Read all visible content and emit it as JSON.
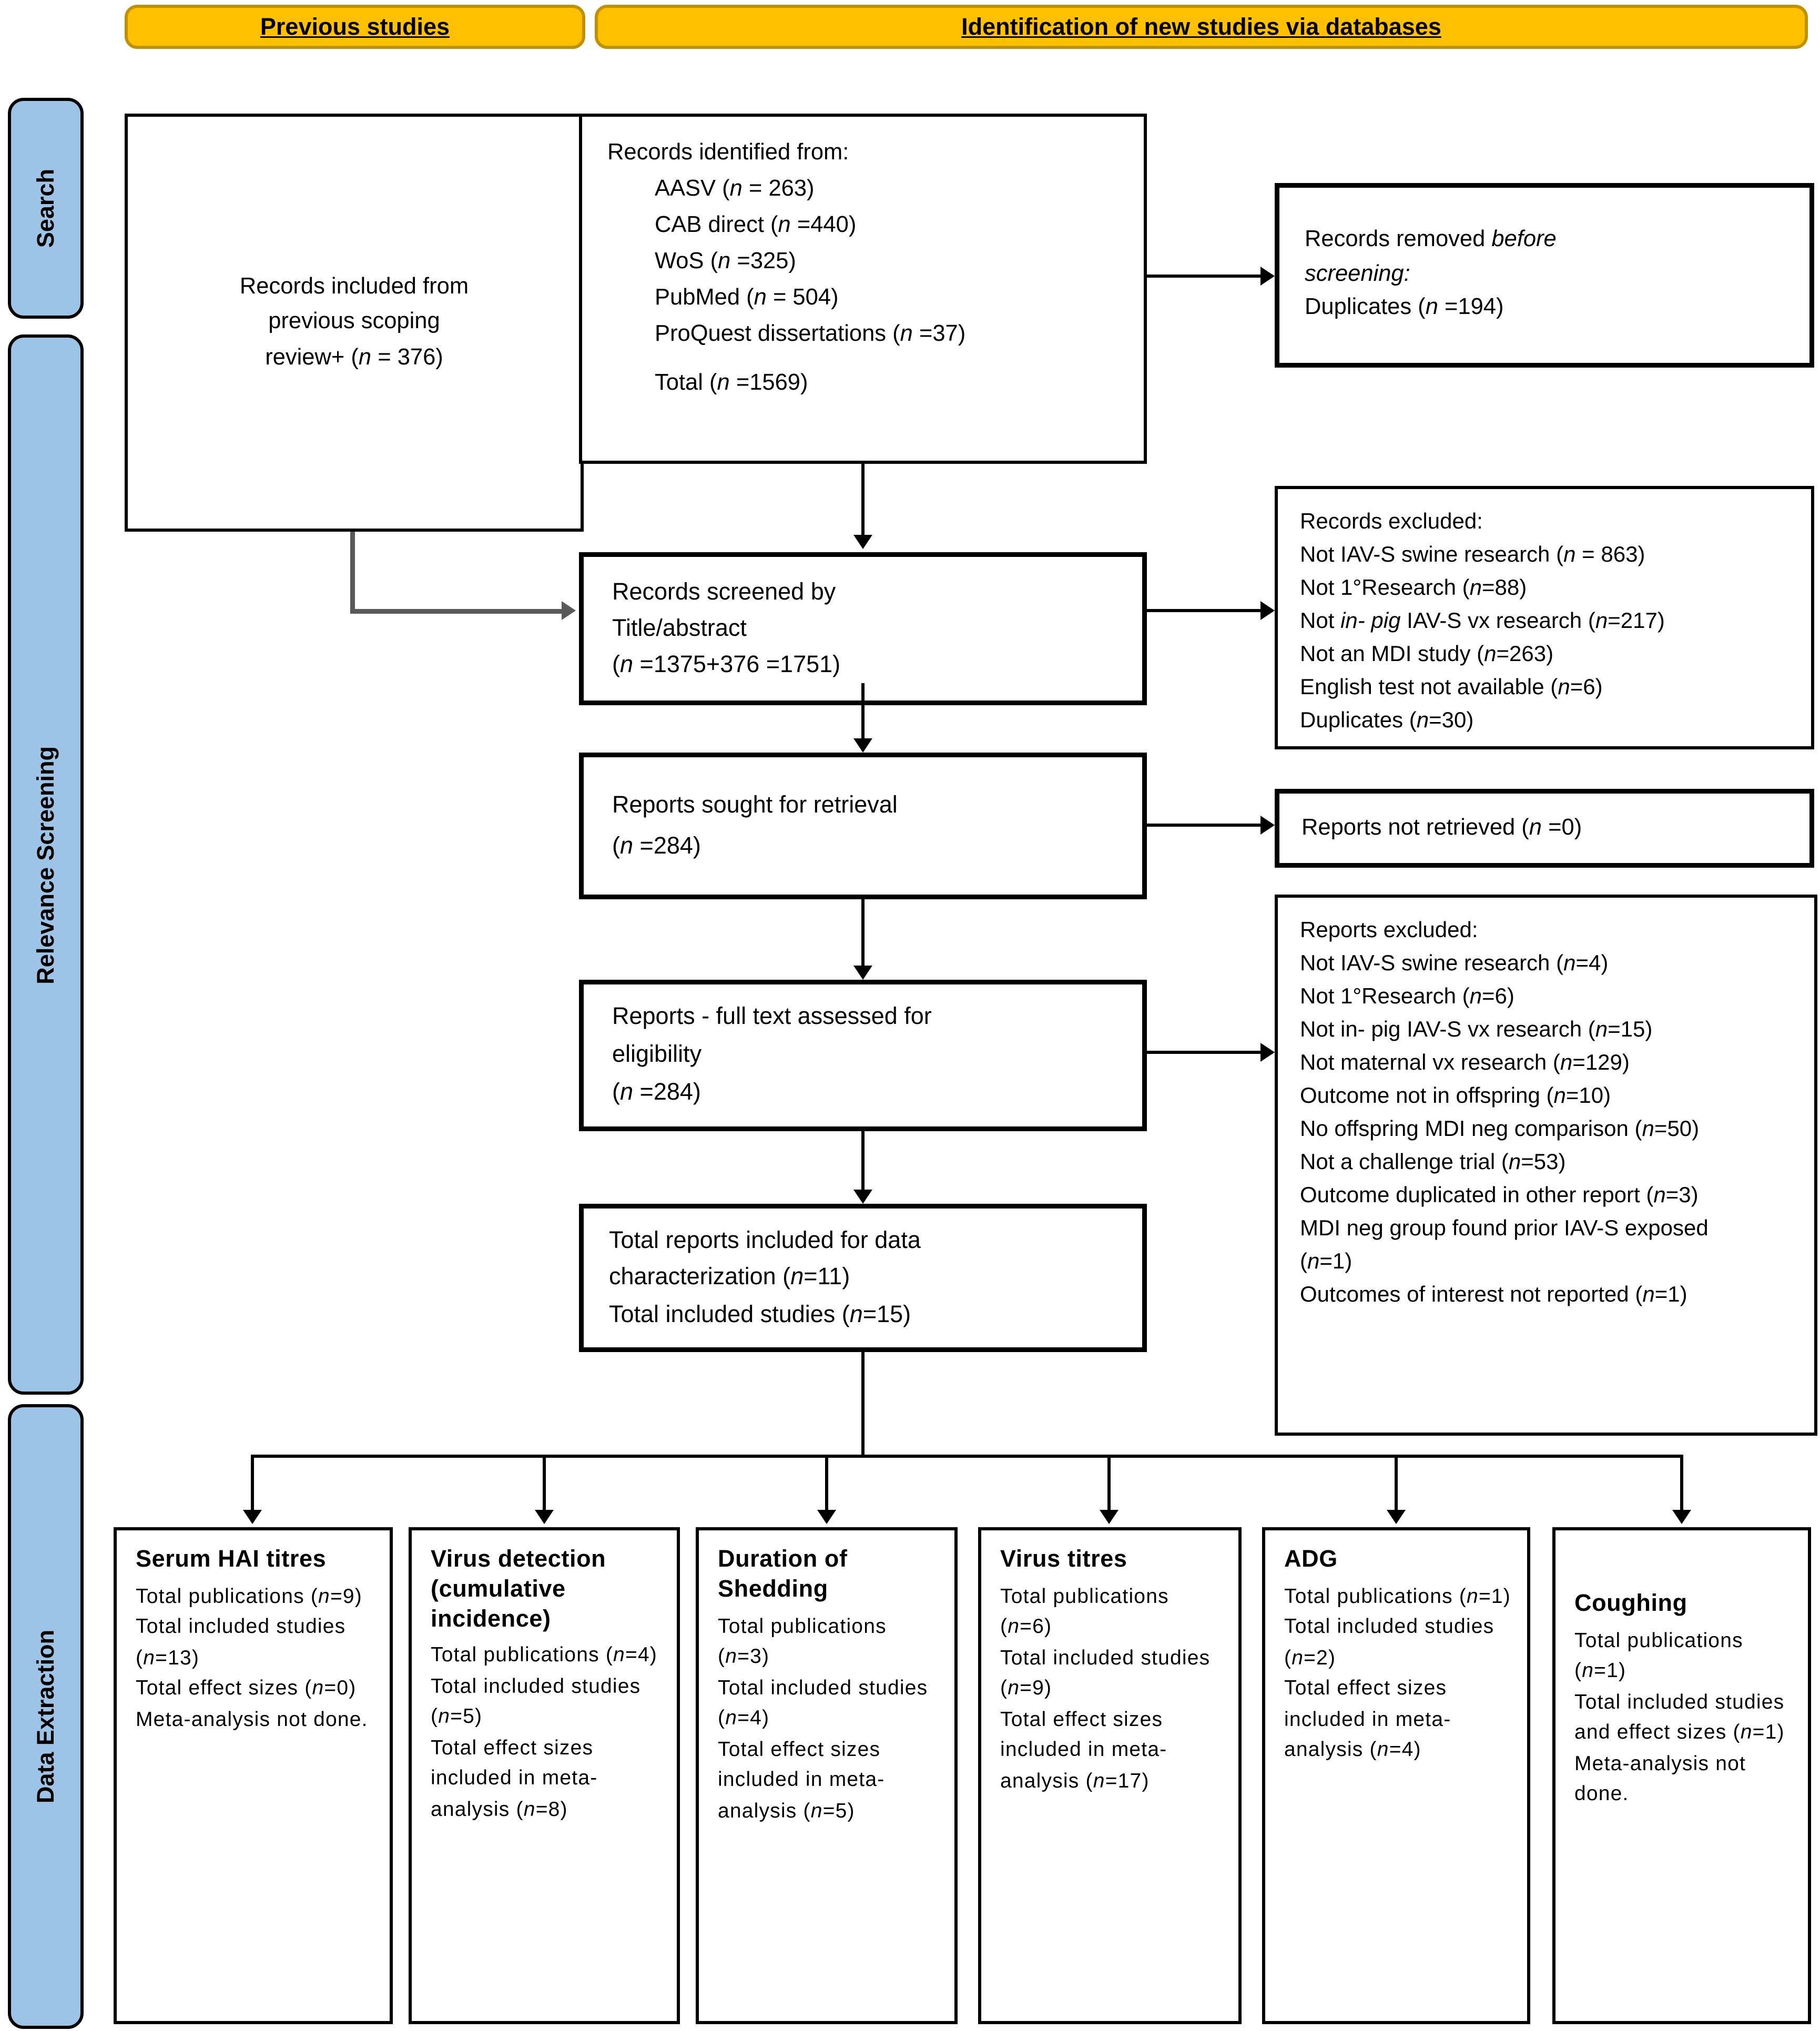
{
  "headers": {
    "previous": "Previous studies",
    "identification": "Identification of new studies via databases"
  },
  "stages": {
    "search": "Search",
    "relevance": "Relevance Screening",
    "extraction": "Data Extraction"
  },
  "boxes": {
    "previous_included": {
      "lines": [
        "Records included from",
        "previous scoping",
        "review+ (n = 376)"
      ]
    },
    "records_identified": {
      "title": "Records identified from:",
      "sources": [
        "AASV (n = 263)",
        "CAB direct (n =440)",
        "WoS (n =325)",
        "PubMed (n = 504)",
        "ProQuest dissertations (n =37)",
        "Total (n =1569)"
      ]
    },
    "records_removed": {
      "lines": [
        "Records removed *before*",
        "*screening:*",
        "Duplicates (n =194)"
      ]
    },
    "records_screened": {
      "lines": [
        "Records screened by",
        "Title/abstract",
        "(n =1375+376 =1751)"
      ]
    },
    "records_excluded": {
      "title": "Records excluded:",
      "reasons": [
        "Not IAV-S swine research (n = 863)",
        "Not 1°Research (n=88)",
        "Not *in- pig* IAV-S vx research (n=217)",
        "Not an MDI study (n=263)",
        "English test not available (n=6)",
        "Duplicates (n=30)"
      ]
    },
    "reports_sought": {
      "lines": [
        "Reports sought for retrieval",
        "(n =284)"
      ]
    },
    "reports_not_retrieved": {
      "lines": [
        "Reports not retrieved (n =0)"
      ]
    },
    "reports_fulltext": {
      "lines": [
        "Reports - full text assessed for",
        "eligibility",
        "(n =284)"
      ]
    },
    "reports_excluded": {
      "title": "Reports excluded:",
      "reasons": [
        "Not IAV-S swine research (n=4)",
        "Not 1°Research (n=6)",
        "Not in- pig IAV-S vx research (n=15)",
        "Not maternal vx research (n=129)",
        "Outcome not in offspring (n=10)",
        "No offspring MDI neg comparison (n=50)",
        "Not a challenge trial (n=53)",
        "Outcome duplicated in other report (n=3)",
        "MDI neg group found prior IAV-S exposed (n=1)",
        "Outcomes of interest not reported (n=1)"
      ]
    },
    "total_included": {
      "lines": [
        "Total reports included for data",
        "characterization (n=11)",
        "Total included studies (n=15)"
      ]
    }
  },
  "outcomes": [
    {
      "title": "Serum HAI titres",
      "details": [
        "Total publications (n=9)",
        "Total included studies (n=13)",
        "Total effect sizes (n=0) Meta-analysis not done."
      ]
    },
    {
      "title": "Virus detection (cumulative incidence)",
      "details": [
        "Total publications (n=4)",
        "Total included studies (n=5)",
        "Total effect sizes included in meta-analysis (n=8)"
      ]
    },
    {
      "title": "Duration of Shedding",
      "details": [
        "Total publications (n=3)",
        "Total included studies (n=4)",
        "Total effect sizes included in meta-analysis (n=5)"
      ]
    },
    {
      "title": "Virus titres",
      "details": [
        "Total publications (n=6)",
        "Total included studies (n=9)",
        "Total effect sizes included in meta-analysis (n=17)"
      ]
    },
    {
      "title": "ADG",
      "details": [
        "Total publications (n=1)",
        "Total included studies (n=2)",
        "Total effect sizes included in meta-analysis (n=4)"
      ]
    },
    {
      "title": "Coughing",
      "details": [
        "Total publications (n=1)",
        "Total included studies and effect sizes (n=1) Meta-analysis not done."
      ]
    }
  ],
  "colors": {
    "header_bg": "#FFC000",
    "header_border": "#BF9000",
    "stage_bg": "#9DC3E6",
    "connector_gray": "#595959"
  }
}
